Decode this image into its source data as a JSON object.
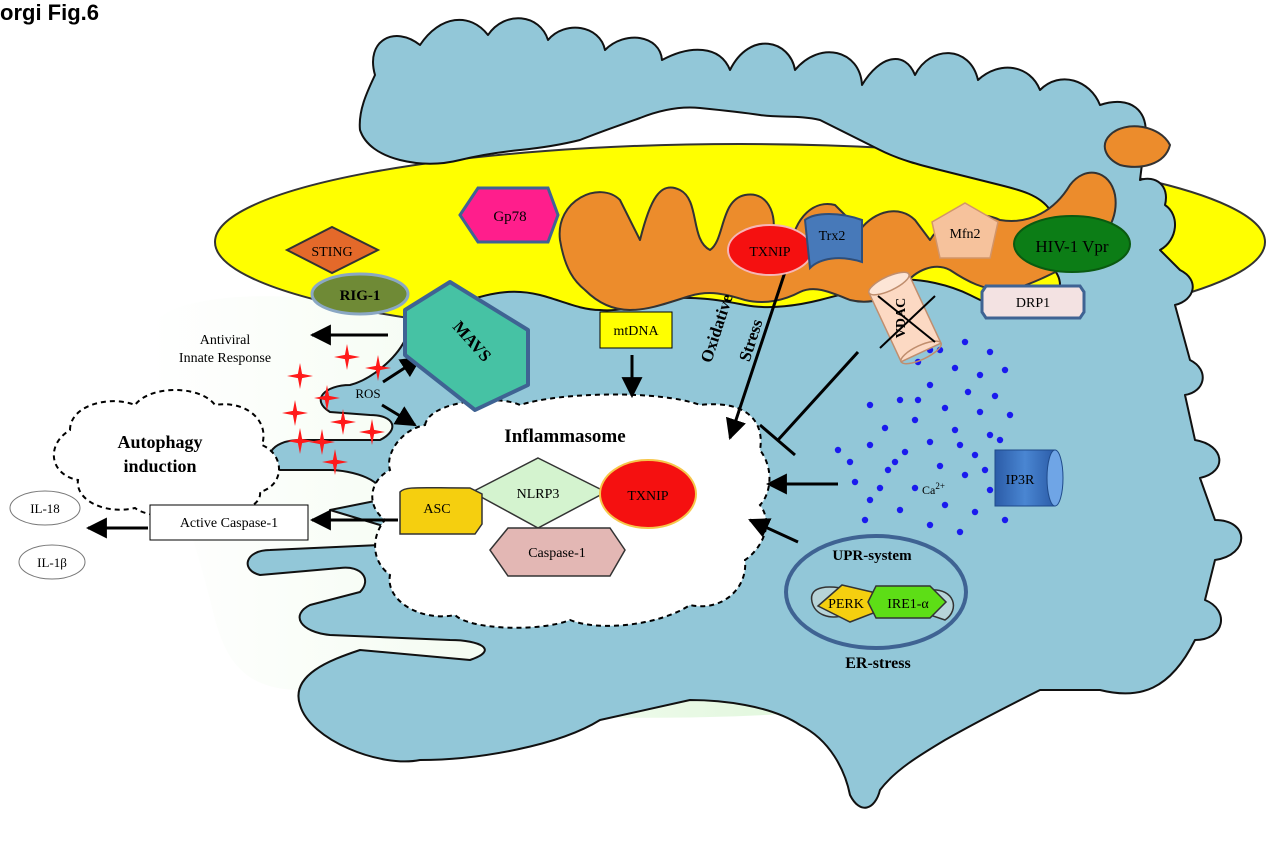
{
  "figure": {
    "corner_label": "orgi Fig.6"
  },
  "labels": {
    "sting": "STING",
    "rig1": "RIG-1",
    "mavs": "MAVS",
    "gp78": "Gp78",
    "txnip_mito": "TXNIP",
    "trx2": "Trx2",
    "mfn2": "Mfn2",
    "vpr": "HIV-1 Vpr",
    "drp1": "DRP1",
    "vdac": "VDAC",
    "mtdna": "mtDNA",
    "oxidative": "Oxidative",
    "stress": "Stress",
    "antiviral_1": "Antiviral",
    "antiviral_2": "Innate Response",
    "ros": "ROS",
    "inflammasome": "Inflammasome",
    "autophagy_1": "Autophagy",
    "autophagy_2": "induction",
    "il18": "IL-18",
    "il1b": "IL-1β",
    "active_caspase": "Active Caspase-1",
    "asc": "ASC",
    "nlrp3": "NLRP3",
    "txnip_inflam": "TXNIP",
    "caspase1": "Caspase-1",
    "ca_base": "Ca",
    "ca_sup": "2+",
    "ip3r": "IP3R",
    "upr": "UPR-system",
    "perk": "PERK",
    "ire1": "IRE1-α",
    "er_stress": "ER-stress"
  },
  "colors": {
    "er": "#92c7d8",
    "mito_outer": "#ffff00",
    "mito_inner": "#ec8c2c",
    "cytosol": "#d8f5d0",
    "ros_star": "#ff1a1a",
    "calcium_dot": "#1a1aee",
    "gp78": "#ff1e8c",
    "sting": "#e4692a",
    "rig1": "#6f8a36",
    "mavs": "#46c2a4",
    "txnip": "#f51010",
    "trx2": "#4779b9",
    "mfn2": "#f6c29c",
    "vpr": "#0c7d16",
    "drp1": "#f3e2e2",
    "asc": "#f5cf0f",
    "nlrp3": "#d4f3cf",
    "caspase1": "#e3b7b4",
    "ip3r": "#2f66b7",
    "perk": "#f5cf0f",
    "ire1": "#5dde16",
    "upr_ring": "#3f6393"
  }
}
